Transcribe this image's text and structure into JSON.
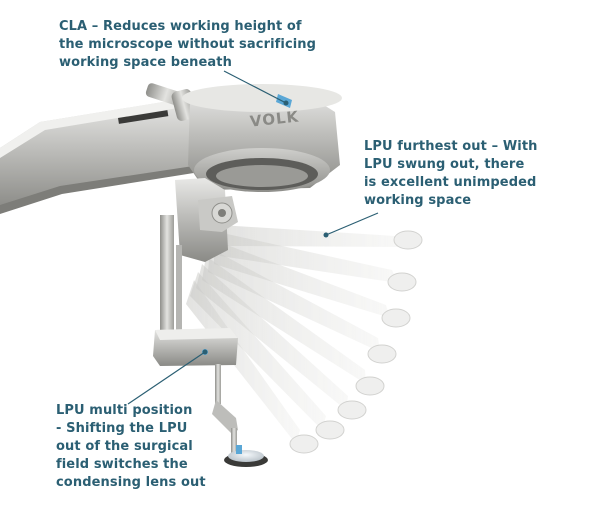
{
  "callouts": {
    "cla": {
      "lines": [
        "CLA – Reduces working height of",
        "the microscope without sacrificing",
        "working space beneath"
      ]
    },
    "lpu_out": {
      "lines": [
        "LPU furthest out – With",
        "LPU swung out, there",
        "is excellent unimpeded",
        "working space"
      ]
    },
    "lpu_multi": {
      "lines": [
        "LPU multi position",
        "- Shifting the LPU",
        "out of the surgical",
        "field switches the",
        "condensing lens out"
      ]
    }
  },
  "device": {
    "brand_engraving": "VOLK"
  },
  "colors": {
    "callout_text": "#2b5f73",
    "leader_line": "#2b5f73",
    "metal_light": "#d9d9d7",
    "metal_mid": "#a7a7a4",
    "metal_dark": "#6e6e6b",
    "lens_blue": "#5aa7d6"
  }
}
